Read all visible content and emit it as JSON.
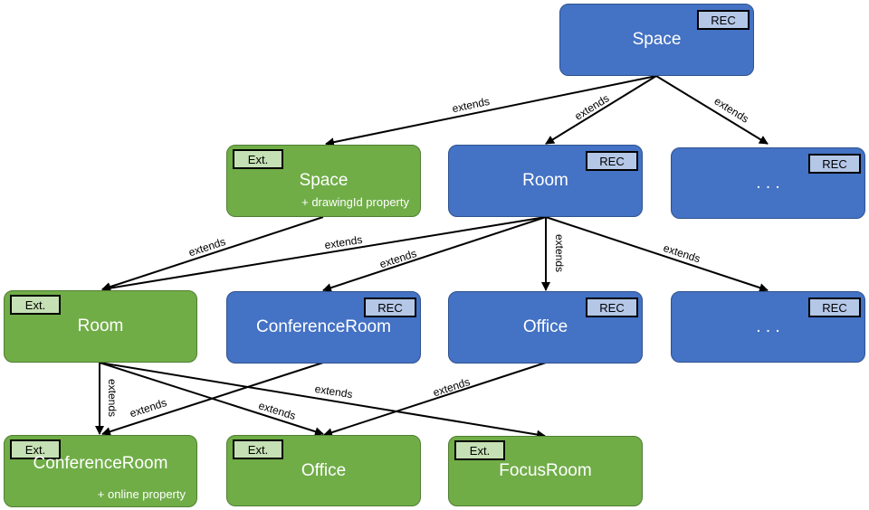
{
  "nodes": {
    "space_rec": {
      "title": "Space",
      "tag": "REC"
    },
    "space_ext": {
      "title": "Space",
      "subtitle": "+ drawingId property",
      "tag": "Ext."
    },
    "room_rec": {
      "title": "Room",
      "tag": "REC"
    },
    "more_rec_1": {
      "title": ". . .",
      "tag": "REC"
    },
    "room_ext": {
      "title": "Room",
      "tag": "Ext."
    },
    "conferenceroom_rec": {
      "title": "ConferenceRoom",
      "tag": "REC"
    },
    "office_rec": {
      "title": "Office",
      "tag": "REC"
    },
    "more_rec_2": {
      "title": ". . .",
      "tag": "REC"
    },
    "conferenceroom_ext": {
      "title": "ConferenceRoom",
      "subtitle": "+ online property",
      "tag": "Ext."
    },
    "office_ext": {
      "title": "Office",
      "tag": "Ext."
    },
    "focusroom_ext": {
      "title": "FocusRoom",
      "tag": "Ext."
    }
  },
  "edge_label": "extends",
  "colors": {
    "rec_fill": "#4472C4",
    "ext_fill": "#70AD47",
    "rec_tag": "#B4C7E7",
    "ext_tag": "#C5E0B4"
  }
}
